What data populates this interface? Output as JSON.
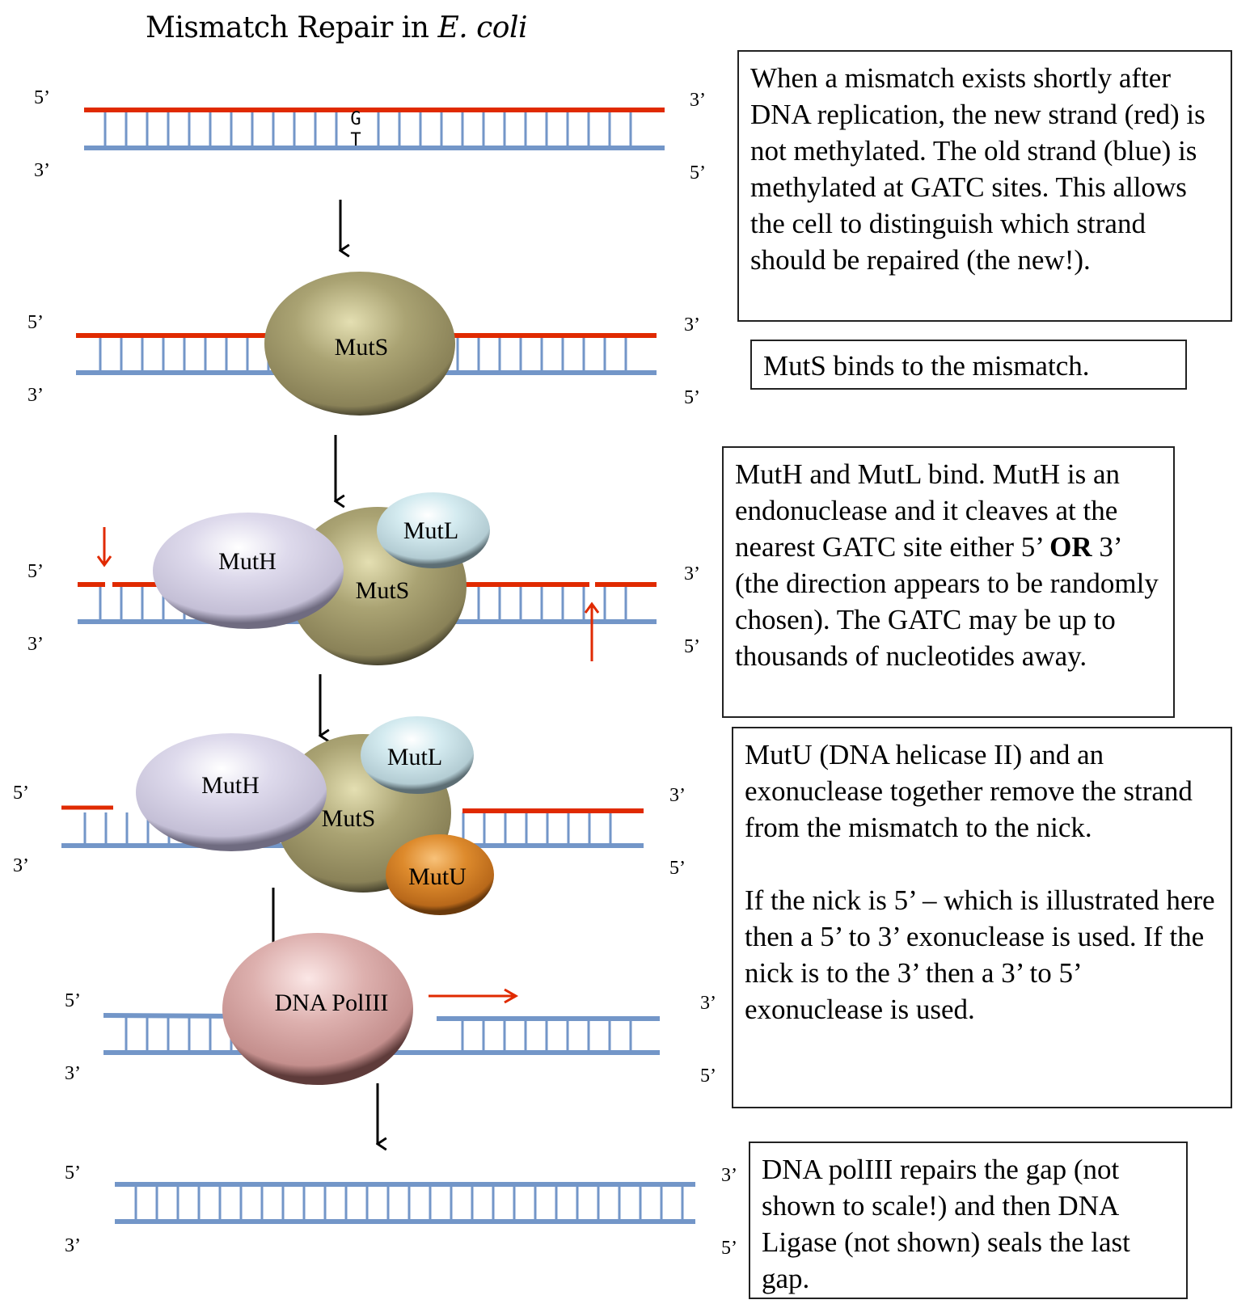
{
  "title": {
    "main": "Mismatch Repair in ",
    "species": "E. coli"
  },
  "colors": {
    "new_strand": "#e02a00",
    "old_strand": "#7396c8",
    "arrow": "#000000",
    "cut_arrow": "#e02a00",
    "muts": "#a39c6c",
    "muth": "#d9d4e8",
    "mutl": "#cfe6ec",
    "mutu": "#d9862a",
    "polIII": "#d9a7a6"
  },
  "ends": {
    "five": "5’",
    "three": "3’"
  },
  "steps": [
    {
      "id": "mismatch",
      "mismatch_top": "G",
      "mismatch_bottom": "T",
      "proteins": []
    },
    {
      "id": "muts-binding",
      "proteins": [
        "MutS"
      ]
    },
    {
      "id": "muth-mutl-binding",
      "proteins": [
        "MutH",
        "MutS",
        "MutL"
      ]
    },
    {
      "id": "excision",
      "proteins": [
        "MutH",
        "MutS",
        "MutL",
        "MutU"
      ]
    },
    {
      "id": "resynthesis",
      "proteins": [
        "DNA PolIII"
      ]
    },
    {
      "id": "repaired",
      "proteins": []
    }
  ],
  "proteins": {
    "muts": "MutS",
    "muth": "MutH",
    "mutl": "MutL",
    "mutu": "MutU",
    "pol": "DNA PolIII"
  },
  "boxes": {
    "b1": "When a mismatch exists shortly after DNA replication, the new strand (red) is not methylated. The old strand (blue) is methylated at GATC sites. This allows the cell to distinguish which strand should be repaired (the new!).",
    "b2": "MutS binds to the mismatch.",
    "b3_pre": "MutH and MutL bind. MutH is an endonuclease and it cleaves at the nearest GATC site either 5’ ",
    "b3_bold": "OR",
    "b3_post": " 3’ (the direction appears to be randomly chosen). The GATC may be up to thousands of nucleotides away.",
    "b4_p1": "MutU (DNA helicase II) and an exonuclease together remove the strand from the mismatch to the nick.",
    "b4_p2": "If the nick is 5’ – which is illustrated here then a 5’ to 3’ exonuclease is used. If the nick is to the 3’ then a 3’ to 5’ exonuclease is used.",
    "b5": "DNA polIII repairs the gap (not shown to scale!)  and then DNA Ligase (not shown) seals the last gap."
  }
}
